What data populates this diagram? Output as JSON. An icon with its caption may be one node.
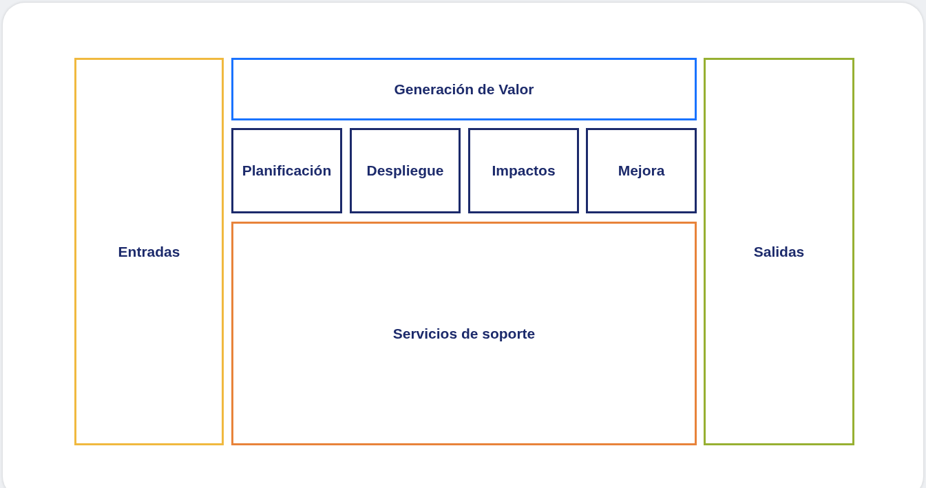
{
  "diagram": {
    "nodes": [
      {
        "text": [
          "Entradas"
        ]
      },
      {
        "text": [
          "Generación de Valor"
        ]
      },
      {
        "text": [
          "Planificación"
        ]
      },
      {
        "text": [
          "Despliegue"
        ]
      },
      {
        "text": [
          "Impactos"
        ]
      },
      {
        "text": [
          "Mejora"
        ]
      },
      {
        "text": [
          "Servicios de soporte"
        ]
      },
      {
        "text": [
          "Salidas"
        ]
      }
    ],
    "edges": []
  }
}
